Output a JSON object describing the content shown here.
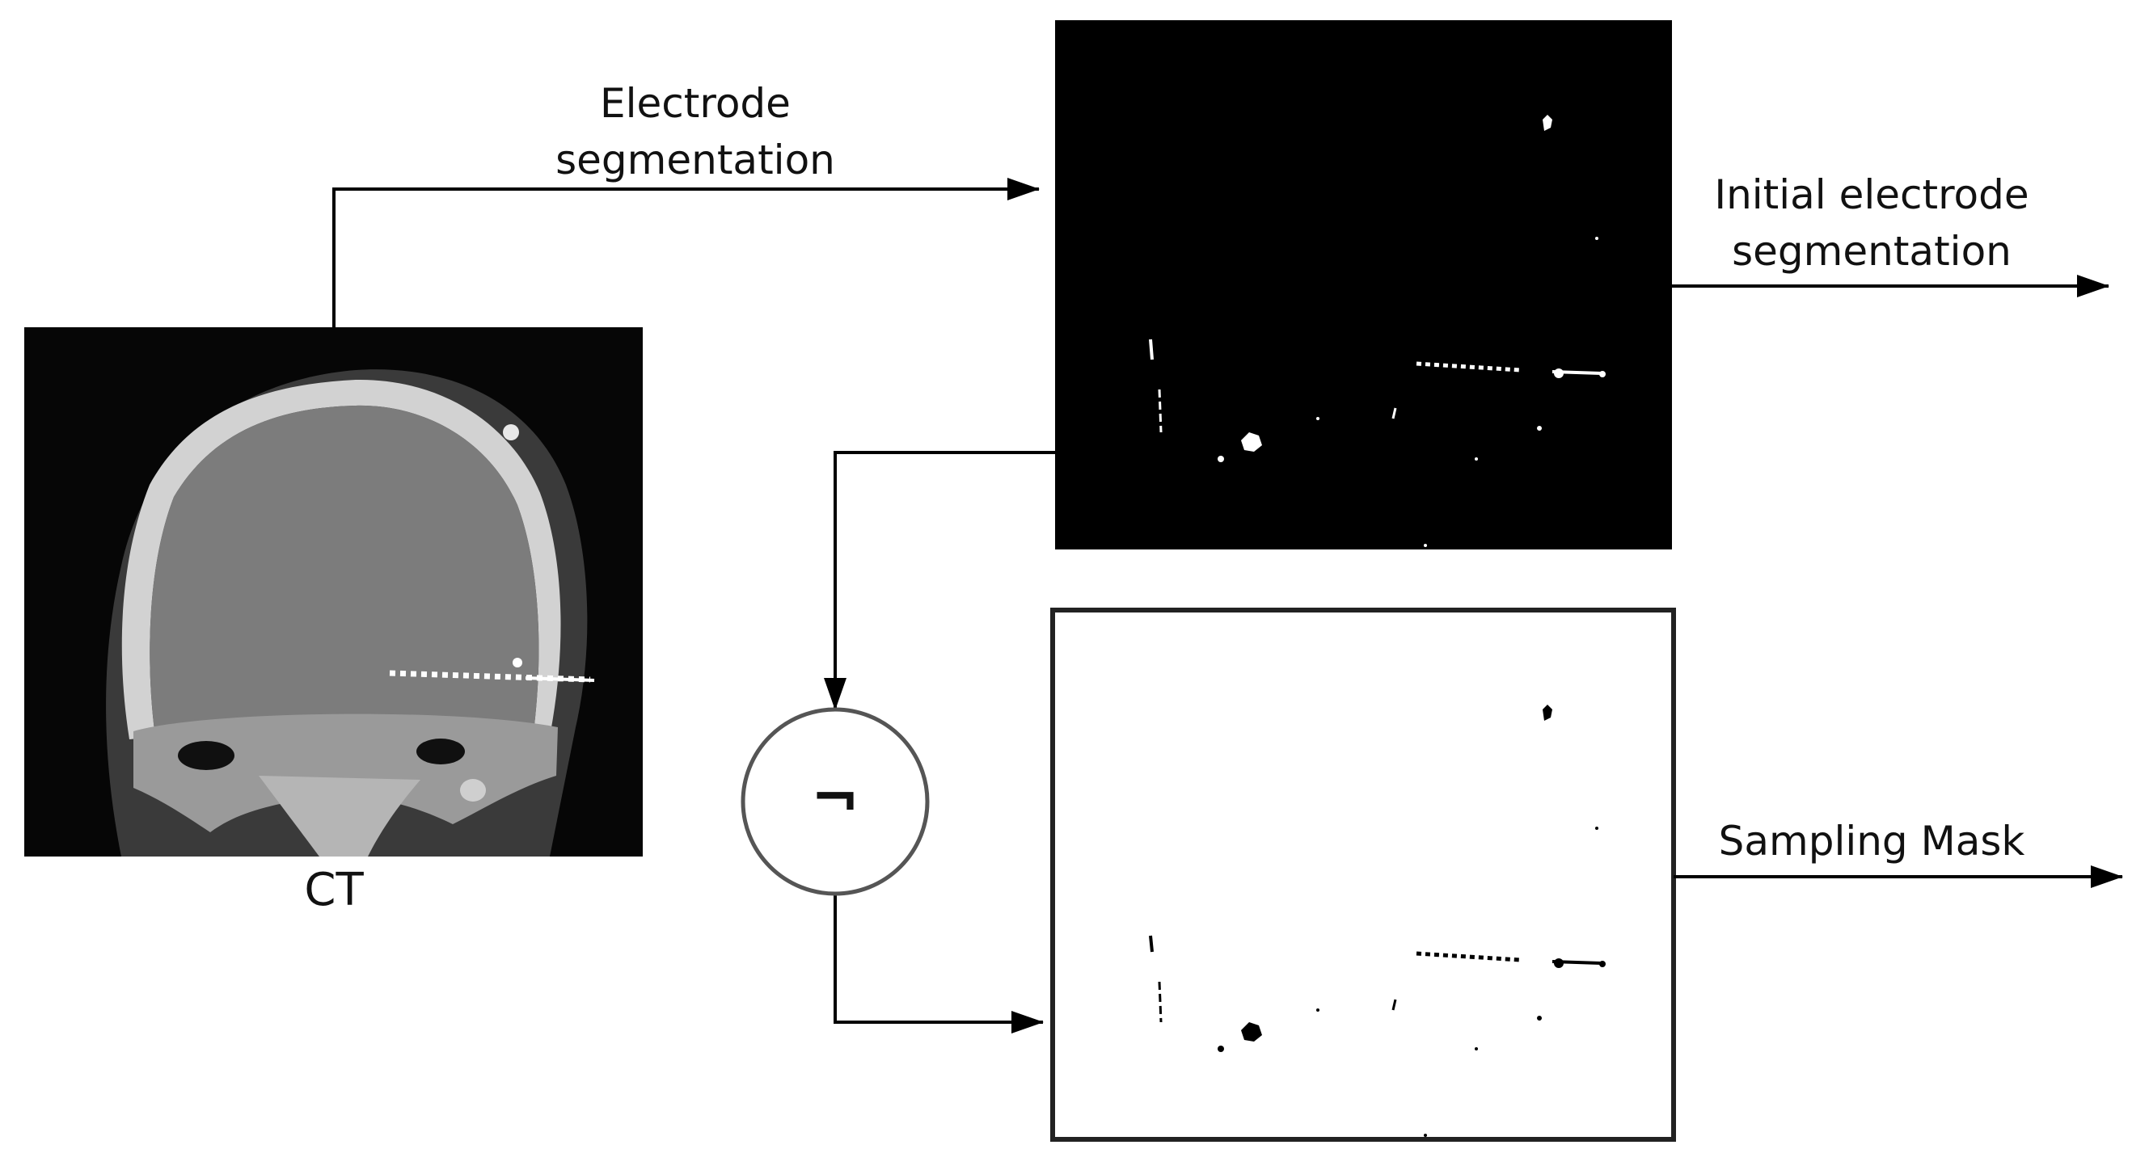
{
  "labels": {
    "electrode_segmentation_line1": "Electrode",
    "electrode_segmentation_line2": "segmentation",
    "ct": "CT",
    "initial_line1": "Initial electrode",
    "initial_line2": "segmentation",
    "sampling_mask": "Sampling Mask",
    "not_symbol": "¬"
  },
  "colors": {
    "line": "#000000",
    "panel_dark": "#000000",
    "panel_light": "#ffffff",
    "circle_stroke": "#555555",
    "ct_background": "#060606",
    "ct_brain": "#7c7c7c",
    "ct_bone": "#d2d2d2"
  }
}
